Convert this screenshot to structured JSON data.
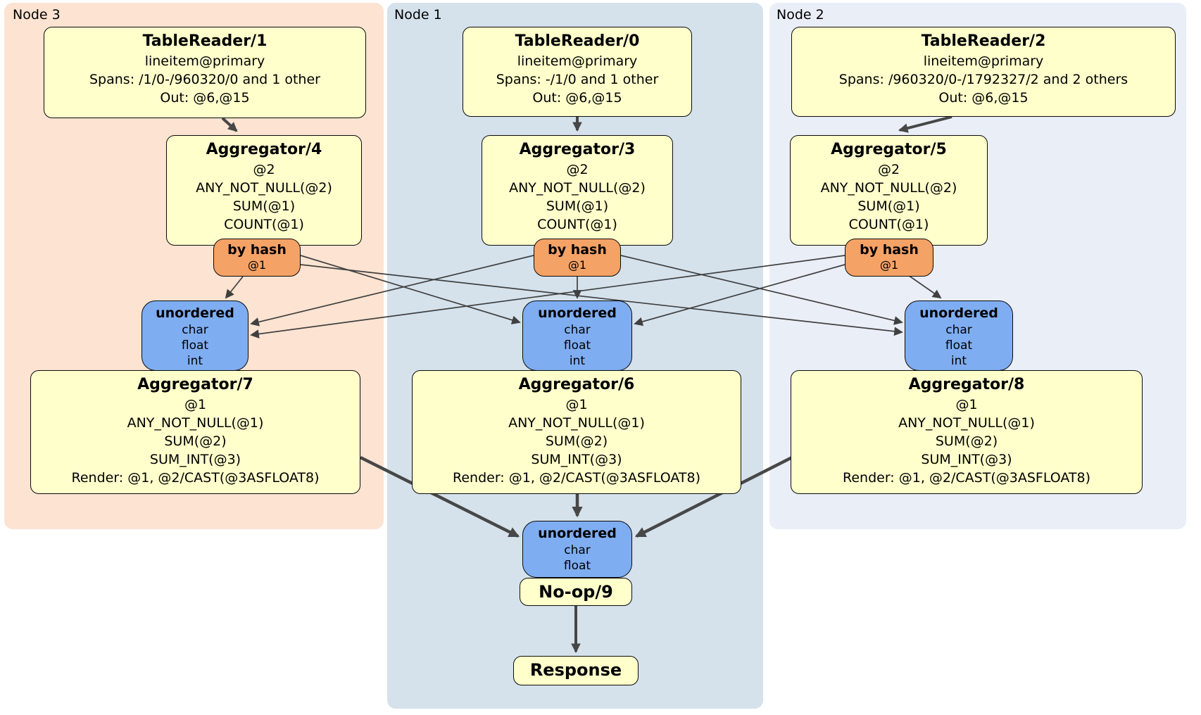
{
  "groups": {
    "node3": {
      "label": "Node 3",
      "bg": "#fce3d2"
    },
    "node1": {
      "label": "Node 1",
      "bg": "#d5e2ec"
    },
    "node2": {
      "label": "Node 2",
      "bg": "#eaeef7"
    }
  },
  "processors": {
    "tablereader1": {
      "title": "TableReader/1",
      "lines": [
        "lineitem@primary",
        "Spans: /1/0-/960320/0 and 1 other",
        "Out: @6,@15"
      ]
    },
    "tablereader0": {
      "title": "TableReader/0",
      "lines": [
        "lineitem@primary",
        "Spans: -/1/0 and 1 other",
        "Out: @6,@15"
      ]
    },
    "tablereader2": {
      "title": "TableReader/2",
      "lines": [
        "lineitem@primary",
        "Spans: /960320/0-/1792327/2 and 2 others",
        "Out: @6,@15"
      ]
    },
    "aggregator4": {
      "title": "Aggregator/4",
      "lines": [
        "@2",
        "ANY_NOT_NULL(@2)",
        "SUM(@1)",
        "COUNT(@1)"
      ]
    },
    "aggregator3": {
      "title": "Aggregator/3",
      "lines": [
        "@2",
        "ANY_NOT_NULL(@2)",
        "SUM(@1)",
        "COUNT(@1)"
      ]
    },
    "aggregator5": {
      "title": "Aggregator/5",
      "lines": [
        "@2",
        "ANY_NOT_NULL(@2)",
        "SUM(@1)",
        "COUNT(@1)"
      ]
    },
    "aggregator7": {
      "title": "Aggregator/7",
      "lines": [
        "@1",
        "ANY_NOT_NULL(@1)",
        "SUM(@2)",
        "SUM_INT(@3)",
        "Render: @1, @2/CAST(@3ASFLOAT8)"
      ]
    },
    "aggregator6": {
      "title": "Aggregator/6",
      "lines": [
        "@1",
        "ANY_NOT_NULL(@1)",
        "SUM(@2)",
        "SUM_INT(@3)",
        "Render: @1, @2/CAST(@3ASFLOAT8)"
      ]
    },
    "aggregator8": {
      "title": "Aggregator/8",
      "lines": [
        "@1",
        "ANY_NOT_NULL(@1)",
        "SUM(@2)",
        "SUM_INT(@3)",
        "Render: @1, @2/CAST(@3ASFLOAT8)"
      ]
    },
    "noop9": {
      "title": "No-op/9"
    },
    "response": {
      "title": "Response"
    }
  },
  "routers": {
    "byhash4": {
      "title": "by hash",
      "lines": [
        "@1"
      ]
    },
    "byhash3": {
      "title": "by hash",
      "lines": [
        "@1"
      ]
    },
    "byhash5": {
      "title": "by hash",
      "lines": [
        "@1"
      ]
    }
  },
  "syncs": {
    "unordered7": {
      "title": "unordered",
      "lines": [
        "char",
        "float",
        "int"
      ]
    },
    "unordered6": {
      "title": "unordered",
      "lines": [
        "char",
        "float",
        "int"
      ]
    },
    "unordered8": {
      "title": "unordered",
      "lines": [
        "char",
        "float",
        "int"
      ]
    },
    "unordered9": {
      "title": "unordered",
      "lines": [
        "char",
        "float"
      ]
    }
  },
  "edges": [
    {
      "from": "tablereader1",
      "to": "aggregator4"
    },
    {
      "from": "tablereader0",
      "to": "aggregator3"
    },
    {
      "from": "tablereader2",
      "to": "aggregator5"
    },
    {
      "from": "byhash4",
      "to": "unordered7"
    },
    {
      "from": "byhash4",
      "to": "unordered6"
    },
    {
      "from": "byhash4",
      "to": "unordered8"
    },
    {
      "from": "byhash3",
      "to": "unordered7"
    },
    {
      "from": "byhash3",
      "to": "unordered6"
    },
    {
      "from": "byhash3",
      "to": "unordered8"
    },
    {
      "from": "byhash5",
      "to": "unordered7"
    },
    {
      "from": "byhash5",
      "to": "unordered6"
    },
    {
      "from": "byhash5",
      "to": "unordered8"
    },
    {
      "from": "aggregator7",
      "to": "unordered9"
    },
    {
      "from": "aggregator6",
      "to": "unordered9"
    },
    {
      "from": "aggregator8",
      "to": "unordered9"
    },
    {
      "from": "noop9",
      "to": "response"
    }
  ],
  "colors": {
    "node3_bg": "#fce3d2",
    "node1_bg": "#d5e2ec",
    "node2_bg": "#eaeef7",
    "processor_fill": "#ffffcc",
    "router_fill": "#f5a266",
    "sync_fill": "#7fadf2",
    "edge": "#474747",
    "border": "#0a0a0a"
  }
}
